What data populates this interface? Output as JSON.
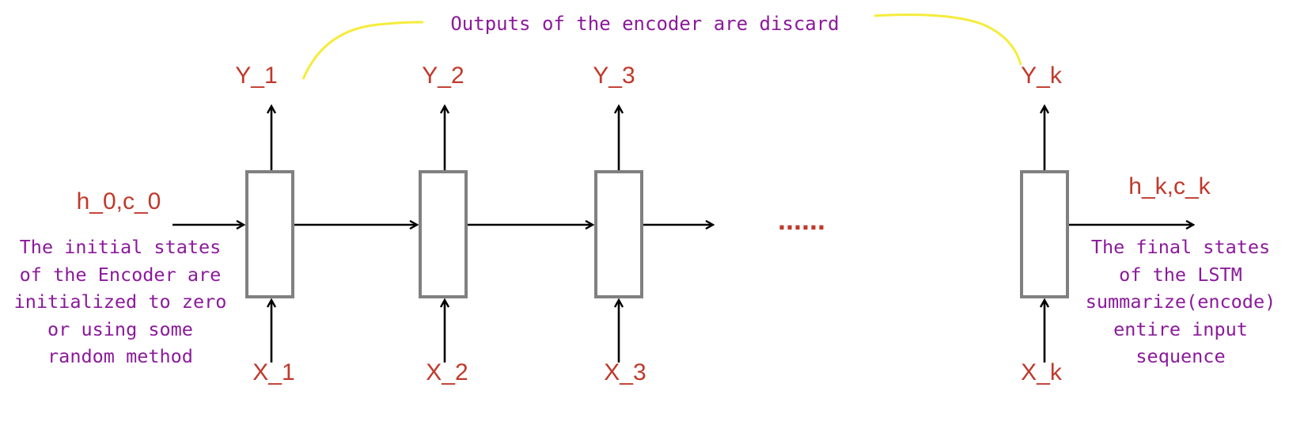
{
  "colors": {
    "label": "#c0392b",
    "note": "#8b1a9b",
    "box_stroke": "#808080",
    "arrow": "#000000",
    "highlight": "#f5ec3c"
  },
  "title": "Outputs of the encoder are discard",
  "initial_state": {
    "label": "h_0,c_0",
    "note": [
      "The initial states",
      "of the Encoder are",
      "initialized to zero",
      "or using some",
      "random method"
    ]
  },
  "final_state": {
    "label": "h_k,c_k",
    "note": [
      "The final states",
      "of the LSTM",
      "summarize(encode)",
      "entire input",
      "sequence"
    ]
  },
  "ellipsis": "......",
  "cells": [
    {
      "output": "Y_1",
      "input": "X_1"
    },
    {
      "output": "Y_2",
      "input": "X_2"
    },
    {
      "output": "Y_3",
      "input": "X_3"
    },
    {
      "output": "Y_k",
      "input": "X_k"
    }
  ]
}
